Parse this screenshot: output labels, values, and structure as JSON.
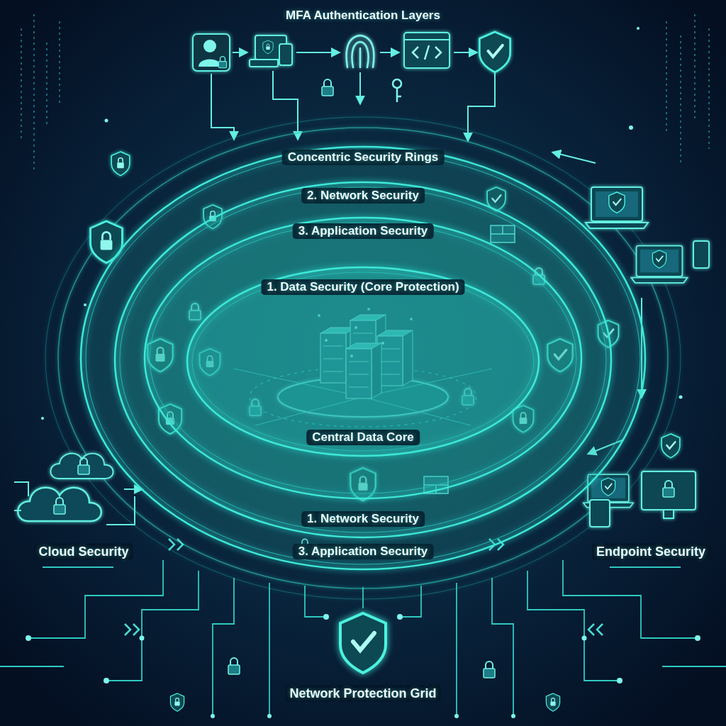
{
  "diagram": {
    "title": "MFA Authentication Layers",
    "nodes": [
      {
        "text": [
          "Concentric Security Rings",
          "3. Application Security"
        ]
      },
      {
        "text": [
          "2. Network Security",
          "1. Network Security"
        ],
        "in": 0
      },
      {
        "text": [
          "3. Application Security"
        ],
        "in": 1
      },
      {
        "text": [
          "1. Data Security (Core Protection)",
          "Central Data Core"
        ],
        "in": 2
      }
    ],
    "labels": [
      "Cloud Security",
      "Endpoint Security",
      "Network Protection Grid"
    ]
  }
}
